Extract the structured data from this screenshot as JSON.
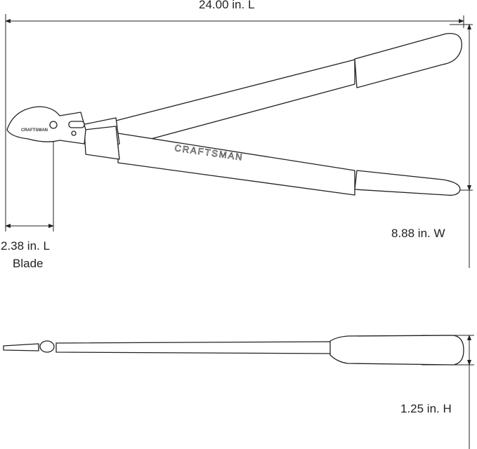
{
  "dimensions": {
    "length": "24.00 in. L",
    "blade_length": "2.38 in. L",
    "blade_caption": "Blade",
    "width": "8.88 in. W",
    "height": "1.25 in. H"
  },
  "brand": {
    "handle_logo": "CRAFTSMAN",
    "blade_logo": "CRAFTSMAN"
  },
  "colors": {
    "line": "#222222",
    "background": "#ffffff"
  }
}
